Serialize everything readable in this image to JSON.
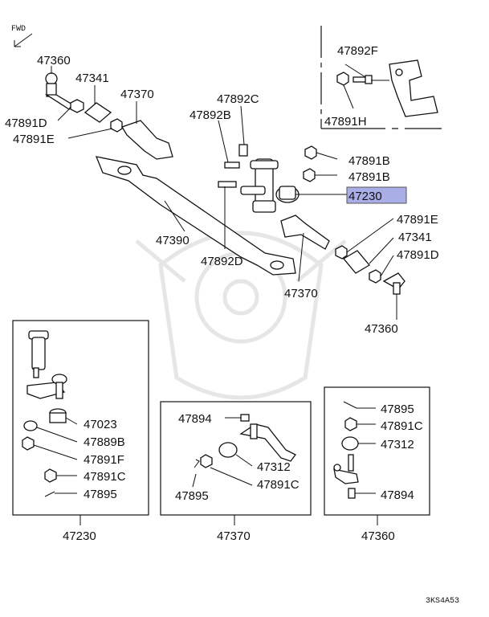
{
  "diagram": {
    "fwd_label": "FWD",
    "image_code": "3KS4A53",
    "highlight_color": "#a9aee6",
    "callouts": {
      "c47360_top": "47360",
      "c47341_top": "47341",
      "c47370_top": "47370",
      "c47891D_top": "47891D",
      "c47891E_top": "47891E",
      "c47892C": "47892C",
      "c47892B": "47892B",
      "c47891B_1": "47891B",
      "c47891B_2": "47891B",
      "c47230_main": "47230",
      "c47390": "47390",
      "c47892D": "47892D",
      "c47370_mid": "47370",
      "c47891E_right": "47891E",
      "c47341_right": "47341",
      "c47891D_right": "47891D",
      "c47360_right": "47360",
      "c47892F": "47892F",
      "c47891H": "47891H"
    },
    "boxes": [
      {
        "title": "47230",
        "items": [
          "47023",
          "47889B",
          "47891F",
          "47891C",
          "47895"
        ]
      },
      {
        "title": "47370",
        "items": [
          "47894",
          "47312",
          "47895",
          "47891C"
        ]
      },
      {
        "title": "47360",
        "items": [
          "47895",
          "47891C",
          "47312",
          "47894"
        ]
      }
    ]
  }
}
